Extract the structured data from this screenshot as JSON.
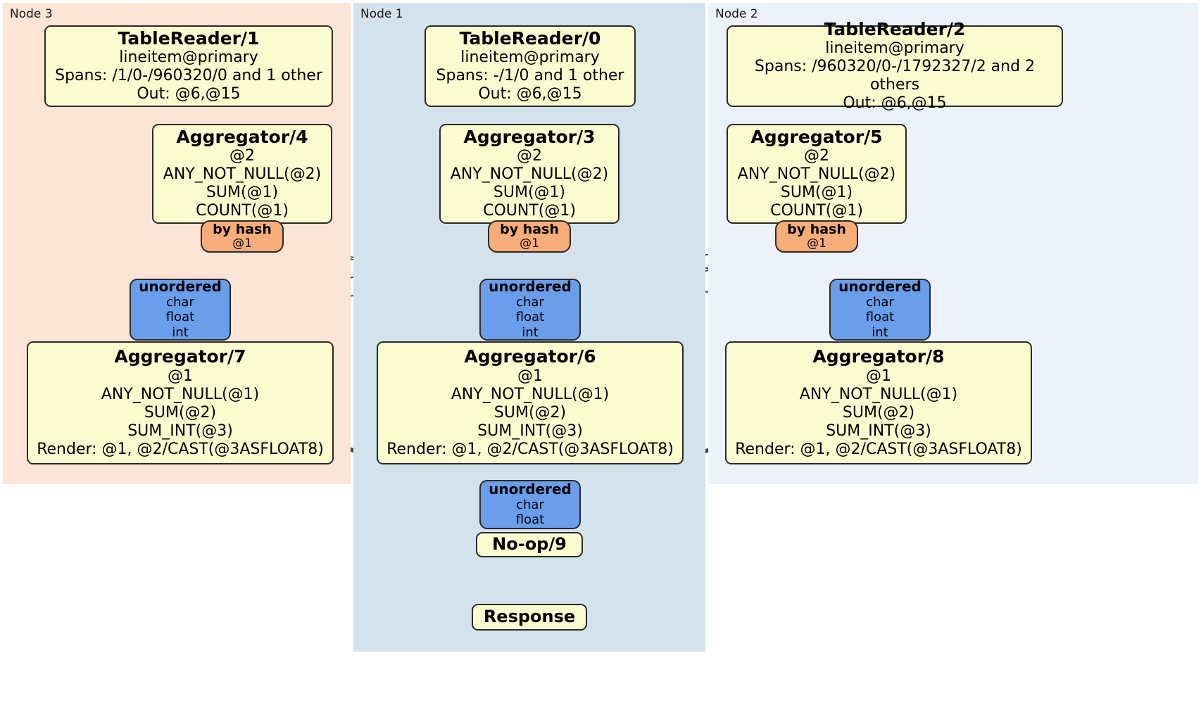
{
  "diagram": {
    "title": "Distributed query execution plan",
    "type": "dataflow-graph"
  },
  "colors": {
    "node3_panel": "#fce4d6",
    "node1_panel": "#d4e2ed",
    "node2_panel": "#edf1fa",
    "processor_fill": "#fbfbd0",
    "router_fill": "#f7ad7a",
    "receiver_fill": "#6a9eeb",
    "stroke": "#2a2a2a",
    "edge_thin": "#4a4a4a",
    "edge_thick": "#4a4a4a"
  },
  "panels": [
    {
      "id": "node3",
      "label": "Node 3"
    },
    {
      "id": "node1",
      "label": "Node 1"
    },
    {
      "id": "node2",
      "label": "Node 2"
    }
  ],
  "readers": [
    {
      "id": "tr1",
      "title": "TableReader/1",
      "table": "lineitem@primary",
      "spans": "Spans: /1/0-/960320/0 and 1 other",
      "out": "Out: @6,@15"
    },
    {
      "id": "tr0",
      "title": "TableReader/0",
      "table": "lineitem@primary",
      "spans": "Spans: -/1/0 and 1 other",
      "out": "Out: @6,@15"
    },
    {
      "id": "tr2",
      "title": "TableReader/2",
      "table": "lineitem@primary",
      "spans": "Spans: /960320/0-/1792327/2 and 2 others",
      "out": "Out: @6,@15"
    }
  ],
  "local_aggregators": [
    {
      "id": "agg4",
      "title": "Aggregator/4",
      "group": "@2",
      "f1": "ANY_NOT_NULL(@2)",
      "f2": "SUM(@1)",
      "f3": "COUNT(@1)"
    },
    {
      "id": "agg3",
      "title": "Aggregator/3",
      "group": "@2",
      "f1": "ANY_NOT_NULL(@2)",
      "f2": "SUM(@1)",
      "f3": "COUNT(@1)"
    },
    {
      "id": "agg5",
      "title": "Aggregator/5",
      "group": "@2",
      "f1": "ANY_NOT_NULL(@2)",
      "f2": "SUM(@1)",
      "f3": "COUNT(@1)"
    }
  ],
  "routers": [
    {
      "id": "byhash_n3",
      "title": "by hash",
      "key": "@1"
    },
    {
      "id": "byhash_n1",
      "title": "by hash",
      "key": "@1"
    },
    {
      "id": "byhash_n2",
      "title": "by hash",
      "key": "@1"
    }
  ],
  "receivers": [
    {
      "id": "recv_n3",
      "title": "unordered",
      "t1": "char",
      "t2": "float",
      "t3": "int"
    },
    {
      "id": "recv_n1",
      "title": "unordered",
      "t1": "char",
      "t2": "float",
      "t3": "int"
    },
    {
      "id": "recv_n2",
      "title": "unordered",
      "t1": "char",
      "t2": "float",
      "t3": "int"
    }
  ],
  "final_aggregators": [
    {
      "id": "agg7",
      "title": "Aggregator/7",
      "group": "@1",
      "f1": "ANY_NOT_NULL(@1)",
      "f2": "SUM(@2)",
      "f3": "SUM_INT(@3)",
      "render": "Render: @1, @2/CAST(@3ASFLOAT8)"
    },
    {
      "id": "agg6",
      "title": "Aggregator/6",
      "group": "@1",
      "f1": "ANY_NOT_NULL(@1)",
      "f2": "SUM(@2)",
      "f3": "SUM_INT(@3)",
      "render": "Render: @1, @2/CAST(@3ASFLOAT8)"
    },
    {
      "id": "agg8",
      "title": "Aggregator/8",
      "group": "@1",
      "f1": "ANY_NOT_NULL(@1)",
      "f2": "SUM(@2)",
      "f3": "SUM_INT(@3)",
      "render": "Render: @1, @2/CAST(@3ASFLOAT8)"
    }
  ],
  "final_receiver": {
    "id": "recv_final",
    "title": "unordered",
    "t1": "char",
    "t2": "float"
  },
  "noop": {
    "title": "No-op/9"
  },
  "response": {
    "title": "Response"
  }
}
